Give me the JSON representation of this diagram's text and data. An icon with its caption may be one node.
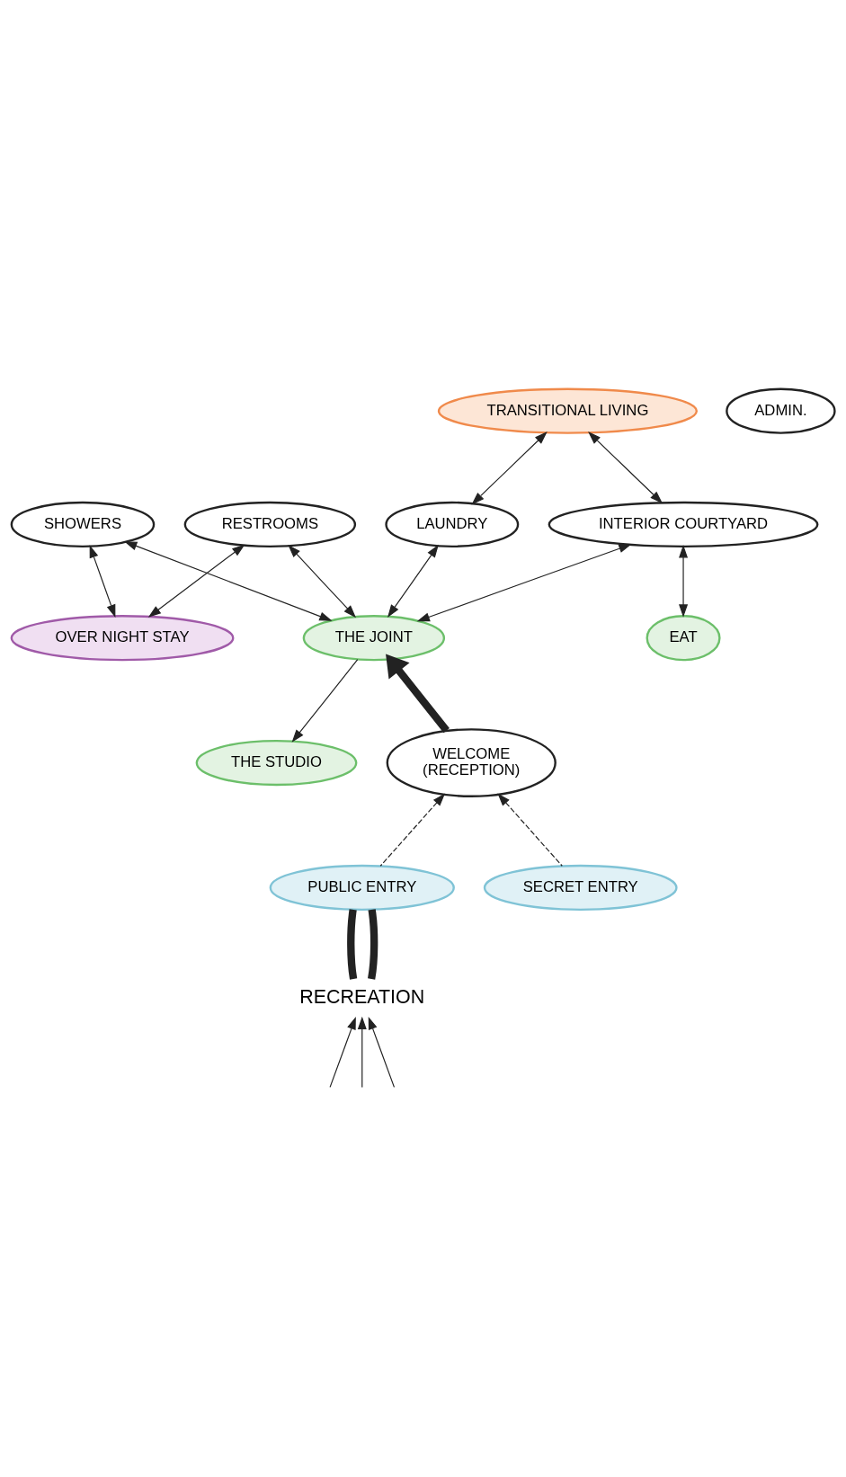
{
  "diagram": {
    "nodes": [
      {
        "text": [
          "TRANSITIONAL LIVING"
        ]
      },
      {
        "text": [
          "LAUNDRY"
        ]
      },
      {
        "text": [
          "OVER NIGHT STAY"
        ]
      },
      {
        "text": [
          "SHOWERS"
        ]
      },
      {
        "text": [
          "INTERIOR COURTYARD"
        ]
      },
      {
        "text": [
          "THE JOINT"
        ]
      },
      {
        "text": [
          "RESTROOMS"
        ]
      },
      {
        "text": [
          "EAT"
        ]
      },
      {
        "text": [
          "THE STUDIO"
        ]
      },
      {
        "text": [
          "ADMIN."
        ]
      },
      {
        "text": [
          "WELCOME",
          "(RECEPTION)"
        ]
      },
      {
        "text": [
          "PUBLIC ENTRY"
        ]
      },
      {
        "text": [
          "SECRET ENTRY"
        ]
      },
      {
        "text": [
          "RECREATION"
        ]
      }
    ],
    "edges": [
      {
        "from": 0,
        "to": 4,
        "arrow": "both"
      },
      {
        "from": 0,
        "to": 1,
        "arrow": "both"
      },
      {
        "from": 1,
        "to": 5,
        "arrow": "both"
      },
      {
        "from": 3,
        "to": 2,
        "arrow": "both"
      },
      {
        "from": 6,
        "to": 2,
        "arrow": "both"
      },
      {
        "from": 3,
        "to": 5,
        "arrow": "both"
      },
      {
        "from": 4,
        "to": 5,
        "arrow": "both"
      },
      {
        "from": 6,
        "to": 5,
        "arrow": "both"
      },
      {
        "from": 5,
        "to": 8,
        "arrow": "to"
      },
      {
        "from": 4,
        "to": 7,
        "arrow": "both"
      },
      {
        "from": 10,
        "to": 5,
        "arrow": "to",
        "style": "thick"
      },
      {
        "from": 11,
        "to": 10,
        "arrow": "to",
        "style": "dashed"
      },
      {
        "from": 12,
        "to": 10,
        "arrow": "to",
        "style": "dashed"
      },
      {
        "from": 11,
        "to": 13,
        "arrow": "none",
        "style": "thick"
      },
      {
        "from": 11,
        "to": 13,
        "arrow": "none",
        "style": "thick"
      },
      {
        "from": null,
        "to": 13,
        "arrow": "to"
      },
      {
        "from": null,
        "to": 13,
        "arrow": "to"
      },
      {
        "from": null,
        "to": 13,
        "arrow": "to"
      }
    ]
  }
}
